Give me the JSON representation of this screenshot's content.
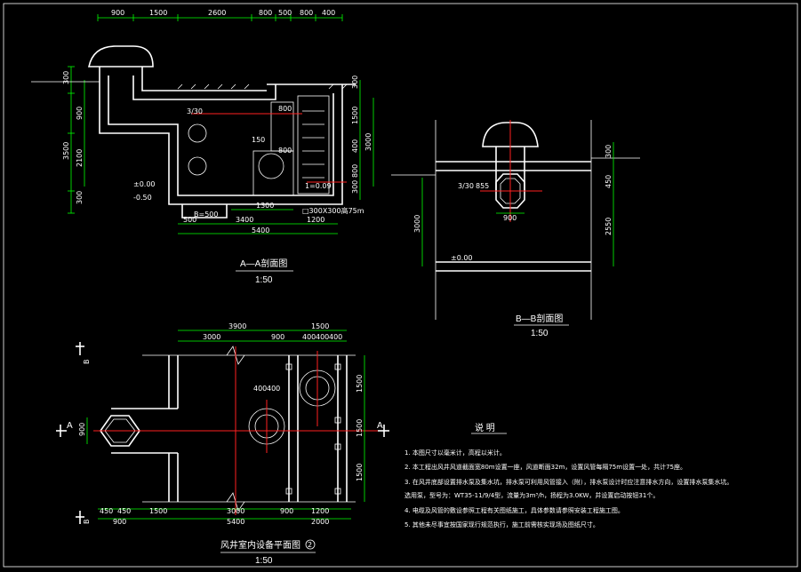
{
  "sheet": {
    "background": "#000000",
    "line": "#ffffff",
    "dim_line": "#00ff00",
    "axis": "#ff2020"
  },
  "aa": {
    "title": "A—A剖面图",
    "scale": "1:50",
    "top_dims": [
      "900",
      "1500",
      "2600",
      "800",
      "500",
      "800",
      "400"
    ],
    "left_dims": [
      "300",
      "900",
      "3500",
      "2100",
      "300"
    ],
    "right_dims": [
      "300",
      "1500",
      "400",
      "800",
      "3000",
      "300"
    ],
    "bottom_dims_1": [
      "500",
      "3400",
      "1200"
    ],
    "bottom_dims_2": [
      "5400"
    ],
    "inner_dims": [
      "1300",
      "800",
      "150",
      "800"
    ],
    "notes": [
      "B=500",
      "□300X300高75m",
      "±0.00",
      "-0.50",
      "3/30",
      "1=0.09"
    ]
  },
  "bb": {
    "title": "B—B剖面图",
    "scale": "1:50",
    "right_dims": [
      "300",
      "450",
      "2550"
    ],
    "left_dims": [
      "3000"
    ],
    "inner_dims": [
      "900",
      "3/30",
      "855"
    ],
    "level": "±0.00"
  },
  "plan": {
    "title": "风井室内设备平面图",
    "scale": "1:50",
    "top_dims_1": [
      "3900",
      "1500"
    ],
    "top_dims_2": [
      "3000",
      "900",
      "400",
      "400",
      "400"
    ],
    "right_dims": [
      "1500",
      "1500",
      "1500"
    ],
    "left_dims": [
      "900"
    ],
    "bottom_dims_1": [
      "450",
      "450",
      "1500",
      "3000",
      "900",
      "1200"
    ],
    "bottom_dims_2": [
      "900",
      "5400",
      "2000"
    ],
    "inner_dims": [
      "400",
      "400"
    ],
    "section_marks": [
      "A",
      "A",
      "B",
      "B"
    ],
    "circle_mark": "2"
  },
  "notes": {
    "heading": "说  明",
    "items": [
      "1. 本图尺寸以毫米计，高程以米计。",
      "2. 本工程出风井风道截面宽80m设置一座，风道断面32m，设置风管每隔75m设置一处，共计75座。",
      "3. 在风井底部设置排水泵及集水坑，排水泵可利用风管接入（附），排水泵设计时应注意排水方向，设置排水泵集水坑。",
      "    选用泵，型号为：WT35-11/9/4型，流量为3m³/h，扬程为3.0KW，并设置启动按钮31个。",
      "4. 电缆及风管的敷设参照工程有关图纸施工，具体参数请参照安装工程施工图。",
      "5. 其他未尽事宜按国家现行规范执行，施工前需核实现场及图纸尺寸。"
    ]
  }
}
